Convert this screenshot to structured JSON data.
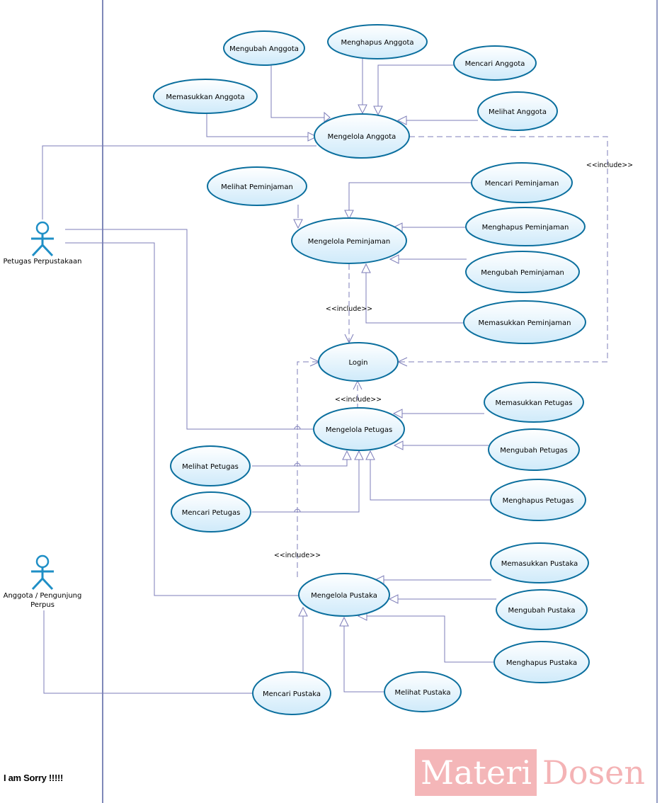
{
  "actors": {
    "petugas": "Petugas Perpustakaan",
    "anggota_line1": "Anggota / Pengunjung",
    "anggota_line2": "Perpus"
  },
  "use_cases": {
    "mengubah_anggota": "Mengubah Anggota",
    "menghapus_anggota": "Menghapus Anggota",
    "mencari_anggota": "Mencari Anggota",
    "memasukkan_anggota": "Memasukkan Anggota",
    "melihat_anggota": "Melihat Anggota",
    "mengelola_anggota": "Mengelola Anggota",
    "melihat_peminjaman": "Melihat Peminjaman",
    "mencari_peminjaman": "Mencari Peminjaman",
    "menghapus_peminjaman": "Menghapus Peminjaman",
    "mengelola_peminjaman": "Mengelola Peminjaman",
    "mengubah_peminjaman": "Mengubah Peminjaman",
    "memasukkan_peminjaman": "Memasukkan Peminjaman",
    "login": "Login",
    "mengelola_petugas": "Mengelola Petugas",
    "memasukkan_petugas": "Memasukkan Petugas",
    "mengubah_petugas": "Mengubah Petugas",
    "melihat_petugas": "Melihat Petugas",
    "mencari_petugas": "Mencari Petugas",
    "menghapus_petugas": "Menghapus Petugas",
    "mengelola_pustaka": "Mengelola Pustaka",
    "memasukkan_pustaka": "Memasukkan Pustaka",
    "mengubah_pustaka": "Mengubah Pustaka",
    "menghapus_pustaka": "Menghapus Pustaka",
    "mencari_pustaka": "Mencari Pustaka",
    "melihat_pustaka": "Melihat Pustaka"
  },
  "relations": {
    "include_anggota": "<<include>>",
    "include_peminjaman": "<<include>>",
    "include_petugas": "<<include>>",
    "include_pustaka": "<<include>>"
  },
  "colors": {
    "ellipse_fill": "#d6eefb",
    "ellipse_stroke": "#0b6f9e",
    "actor": "#1f8fc6",
    "line": "#7c7cb8",
    "boundary": "#2a3a8a"
  },
  "footer": {
    "note": "I am Sorry !!!!!",
    "watermark_left": "Materi",
    "watermark_right": "Dosen"
  }
}
